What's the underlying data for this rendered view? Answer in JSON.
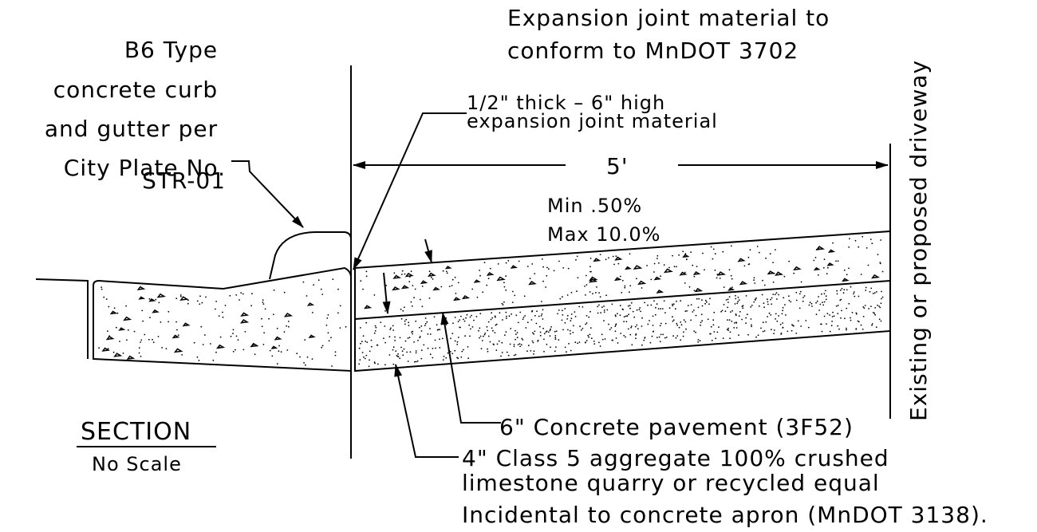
{
  "labels": {
    "expansion_material": [
      "Expansion joint material to",
      "conform to MnDOT 3702"
    ],
    "curb": [
      "B6 Type",
      "concrete curb",
      "and gutter per",
      "City Plate No.",
      "STR-01"
    ],
    "joint": [
      "1/2\" thick – 6\" high",
      "expansion joint material"
    ],
    "dimension": "5'",
    "slope": [
      "Min .50%",
      "Max 10.0%"
    ],
    "driveway": "Existing or proposed driveway",
    "pavement": "6\" Concrete pavement (3F52)",
    "aggregate": [
      "4\" Class 5 aggregate 100% crushed",
      "limestone quarry or recycled equal",
      "Incidental to concrete apron (MnDOT 3138)."
    ],
    "section_title": "SECTION",
    "section_scale": "No Scale"
  },
  "colors": {
    "ink": "#000000",
    "background": "#ffffff"
  }
}
